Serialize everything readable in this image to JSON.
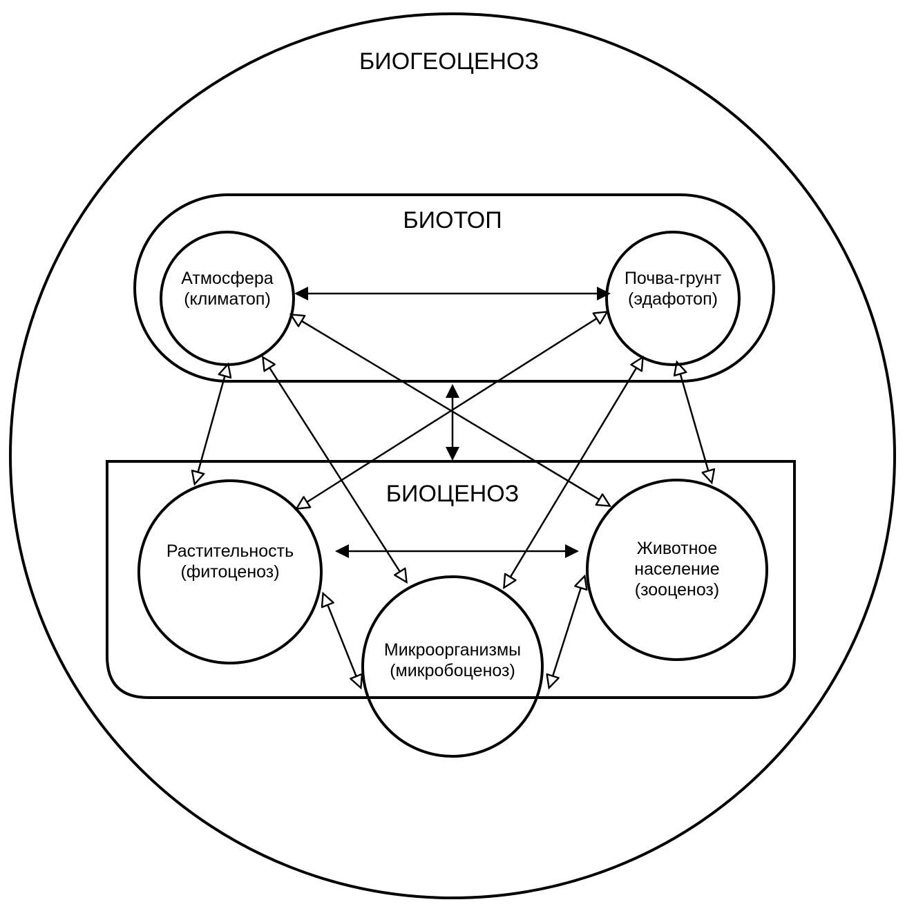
{
  "diagram": {
    "outer_title": "БИОГЕОЦЕНОЗ",
    "biotope_title": "БИОТОП",
    "biocenosis_title": "БИОЦЕНОЗ",
    "nodes": {
      "atmosphere": {
        "line1": "Атмосфера",
        "line2": "(климатоп)"
      },
      "soil": {
        "line1": "Почва-грунт",
        "line2": "(эдафотоп)"
      },
      "vegetation": {
        "line1": "Растительность",
        "line2": "(фитоценоз)"
      },
      "animals": {
        "line1": "Животное",
        "line2": "население",
        "line3": "(зооценоз)"
      },
      "microorganisms": {
        "line1": "Микроорганизмы",
        "line2": "(микробоценоз)"
      }
    }
  }
}
